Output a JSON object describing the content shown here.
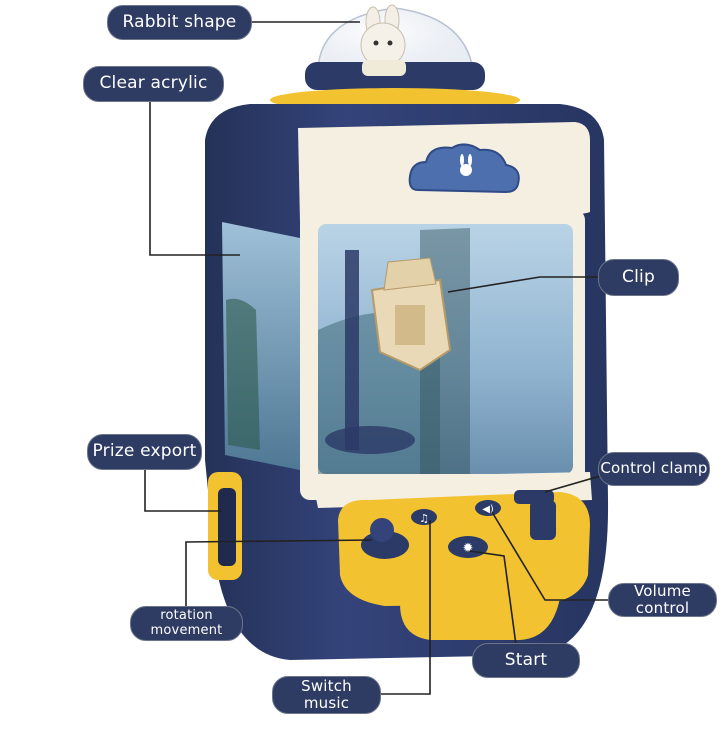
{
  "labels": {
    "rabbit_shape": "Rabbit shape",
    "clear_acrylic": "Clear acrylic",
    "clip": "Clip",
    "prize_export": "Prize export",
    "control_clamp": "Control clamp",
    "volume_control": "Volume\ncontrol",
    "rotation_movement": "rotation\nmovement",
    "start": "Start",
    "switch_music": "Switch\nmusic"
  },
  "colors": {
    "machine_body": "#2f3d6b",
    "accent_yellow": "#f2c230",
    "label_background": "#2e3c64",
    "leader_line": "#222222",
    "cream_panel": "#f5efe2",
    "window_glass": "#a9c6df"
  },
  "icons": [
    "music-note-icon",
    "speaker-icon",
    "sun-icon",
    "rabbit-logo-icon"
  ]
}
